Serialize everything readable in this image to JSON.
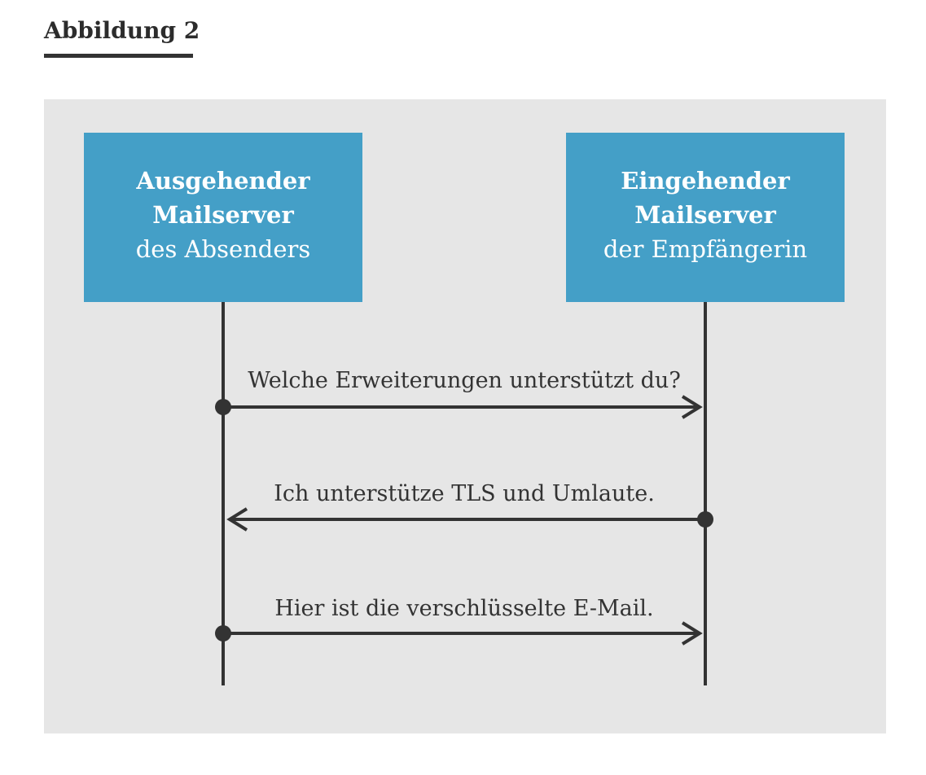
{
  "figure": {
    "title": "Abbildung 2"
  },
  "servers": {
    "left": {
      "line1": "Ausgehender",
      "line2": "Mailserver",
      "line3": "des Absenders"
    },
    "right": {
      "line1": "Eingehender",
      "line2": "Mailserver",
      "line3": "der Empfängerin"
    }
  },
  "messages": [
    {
      "text": "Welche Erweiterungen unterstützt du?",
      "direction": "left-to-right"
    },
    {
      "text": "Ich unterstütze TLS und Umlaute.",
      "direction": "right-to-left"
    },
    {
      "text": "Hier ist die verschlüsselte E-Mail.",
      "direction": "left-to-right"
    }
  ],
  "colors": {
    "box": "#449fc7",
    "panel": "#e6e6e6",
    "line": "#333333"
  }
}
